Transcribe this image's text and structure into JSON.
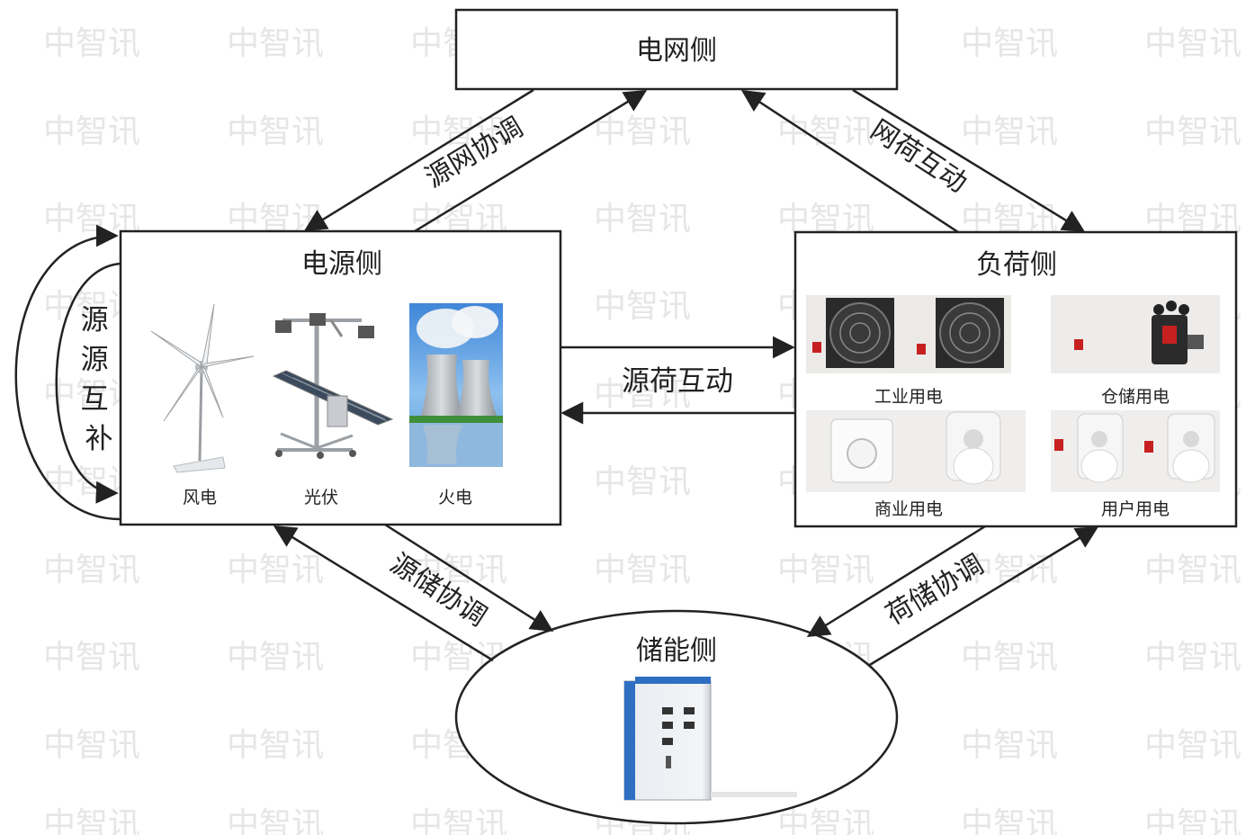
{
  "watermark": "中智讯",
  "grid": {
    "title": "电网侧"
  },
  "source": {
    "title": "电源侧",
    "items": [
      {
        "label": "风电",
        "icon": "wind-turbine-icon"
      },
      {
        "label": "光伏",
        "icon": "solar-panel-icon"
      },
      {
        "label": "火电",
        "icon": "cooling-tower-icon"
      }
    ],
    "self_loop_label": "源源互补"
  },
  "load": {
    "title": "负荷侧",
    "items": [
      {
        "label": "工业用电",
        "icon": "industrial-fan-icon"
      },
      {
        "label": "仓储用电",
        "icon": "warehouse-device-icon"
      },
      {
        "label": "商业用电",
        "icon": "commercial-switch-icon"
      },
      {
        "label": "用户用电",
        "icon": "household-bulb-icon"
      }
    ]
  },
  "storage": {
    "title": "储能侧",
    "icon": "storage-cabinet-icon"
  },
  "relations": {
    "source_grid": "源网协调",
    "grid_load": "网荷互动",
    "source_load": "源荷互动",
    "source_storage": "源储协调",
    "load_storage": "荷储协调"
  },
  "colors": {
    "stroke": "#222222",
    "text": "#222222",
    "watermark": "#e6e6e6",
    "cabinet_blue": "#2f6fc2",
    "sky": "#6aa8e6"
  }
}
